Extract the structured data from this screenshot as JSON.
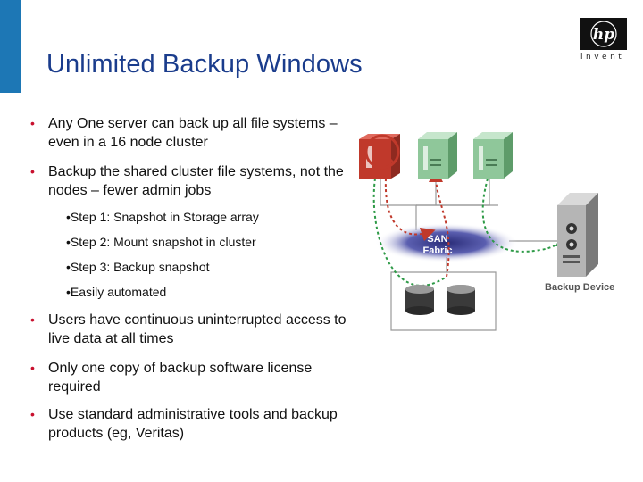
{
  "slide": {
    "title": "Unlimited Backup Windows"
  },
  "logo": {
    "brand": "hp",
    "tagline": "invent"
  },
  "bullets": [
    {
      "text": "Any One server can back up all file systems – even in a 16 node cluster"
    },
    {
      "text": "Backup the shared cluster file systems, not the nodes – fewer admin jobs"
    },
    {
      "text": "Users have continuous uninterrupted access to live data at all times"
    },
    {
      "text": "Only one copy of backup software license required"
    },
    {
      "text": "Use standard administrative tools and backup products (eg, Veritas)"
    }
  ],
  "sub_bullets": [
    {
      "text": "Step 1:  Snapshot in Storage array"
    },
    {
      "text": "Step 2:  Mount snapshot in cluster"
    },
    {
      "text": "Step 3:  Backup snapshot"
    },
    {
      "text": "Easily automated"
    }
  ],
  "diagram": {
    "fabric_label_line1": "SAN",
    "fabric_label_line2": "Fabric",
    "backup_device_label": "Backup Device",
    "colors": {
      "server_blocked": "#c0392b",
      "server_cluster": "#8fc79a",
      "arrow_red": "#c0392b",
      "arrow_green": "#2e9a47",
      "fabric": "#3b3d8f"
    }
  }
}
